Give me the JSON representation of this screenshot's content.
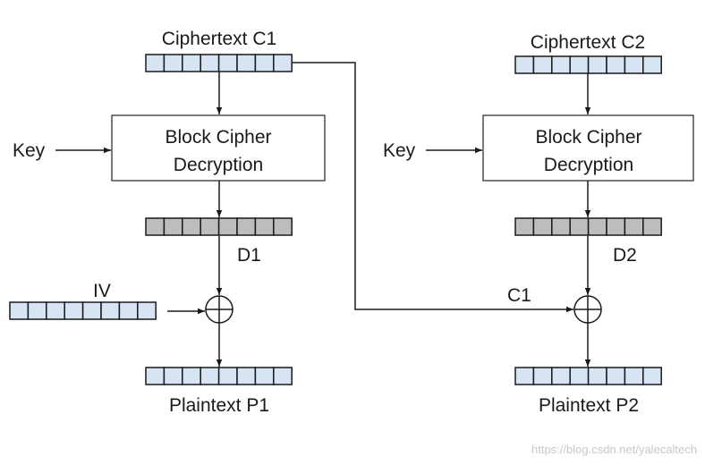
{
  "left": {
    "ciphertext_label": "Ciphertext C1",
    "key_label": "Key",
    "cipher_line1": "Block Cipher",
    "cipher_line2": "Decryption",
    "intermediate_label": "D1",
    "iv_label": "IV",
    "plaintext_label": "Plaintext P1"
  },
  "right": {
    "ciphertext_label": "Ciphertext C2",
    "key_label": "Key",
    "cipher_line1": "Block Cipher",
    "cipher_line2": "Decryption",
    "intermediate_label": "D2",
    "chain_label": "C1",
    "plaintext_label": "Plaintext P2"
  },
  "watermark": "https://blog.csdn.net/yalecaltech",
  "colors": {
    "plain_cell": "#d6e4f4",
    "shaded_cell": "#bdbdbd",
    "stroke": "#1a1a1a"
  },
  "cells_per_block": 8
}
